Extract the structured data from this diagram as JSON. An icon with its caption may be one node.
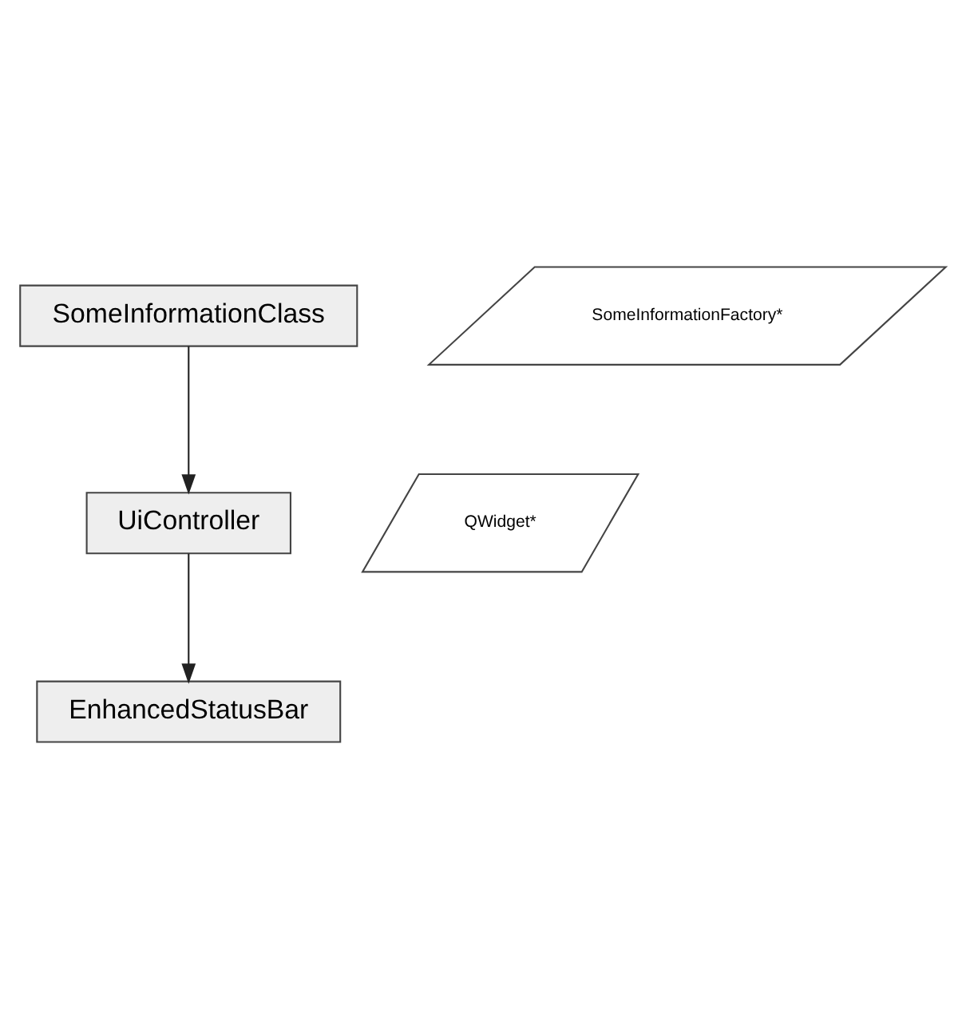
{
  "diagram": {
    "nodes": [
      {
        "text": [
          "SomeInformationClass"
        ]
      },
      {
        "text": [
          "SomeInformationFactory*"
        ]
      },
      {
        "text": [
          "UiController"
        ]
      },
      {
        "text": [
          "QWidget*"
        ]
      },
      {
        "text": [
          "EnhancedStatusBar"
        ]
      }
    ],
    "edges": [
      {
        "from": 0,
        "to": 2,
        "arrow": "to"
      },
      {
        "from": 2,
        "to": 4,
        "arrow": "to"
      }
    ]
  }
}
